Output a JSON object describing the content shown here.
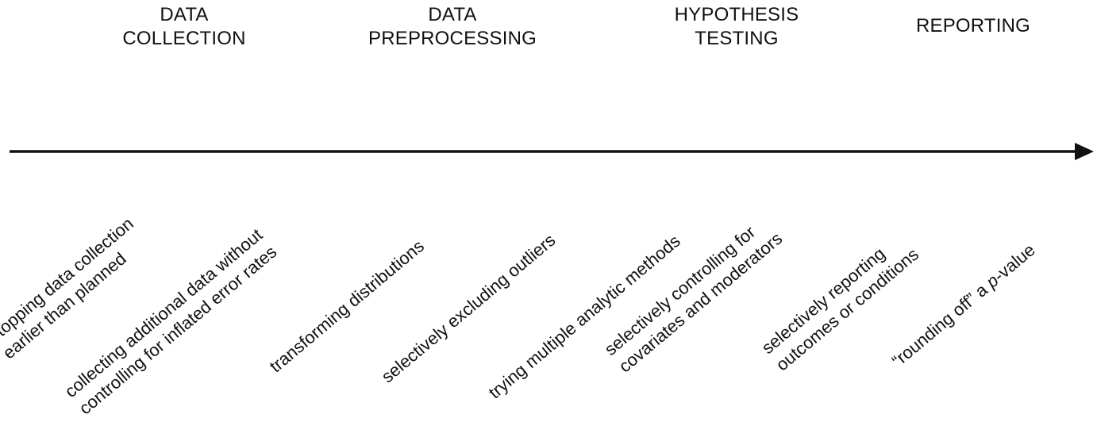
{
  "stages": [
    {
      "lines": [
        "DATA",
        "COLLECTION"
      ]
    },
    {
      "lines": [
        "DATA",
        "PREPROCESSING"
      ]
    },
    {
      "lines": [
        "HYPOTHESIS",
        "TESTING"
      ]
    },
    {
      "lines": [
        "REPORTING"
      ]
    }
  ],
  "practices": {
    "stopping": {
      "lines": [
        "stopping data collection",
        "earlier than planned"
      ]
    },
    "collecting": {
      "lines": [
        "collecting additional data without",
        "controlling for inflated error rates"
      ]
    },
    "transforming": {
      "lines": [
        "transforming distributions"
      ]
    },
    "excluding": {
      "lines": [
        "selectively excluding outliers"
      ]
    },
    "trying": {
      "lines": [
        "trying multiple analytic methods"
      ]
    },
    "controlling": {
      "lines": [
        "selectively controlling for",
        "covariates and moderators"
      ]
    },
    "reporting_selectively": {
      "lines": [
        "selectively reporting",
        "outcomes or conditions"
      ]
    },
    "rounding": {
      "prefix": "“rounding off” a ",
      "italic": "p",
      "suffix": "-value"
    }
  },
  "colors": {
    "arrow": "#111111",
    "text": "#111111"
  }
}
